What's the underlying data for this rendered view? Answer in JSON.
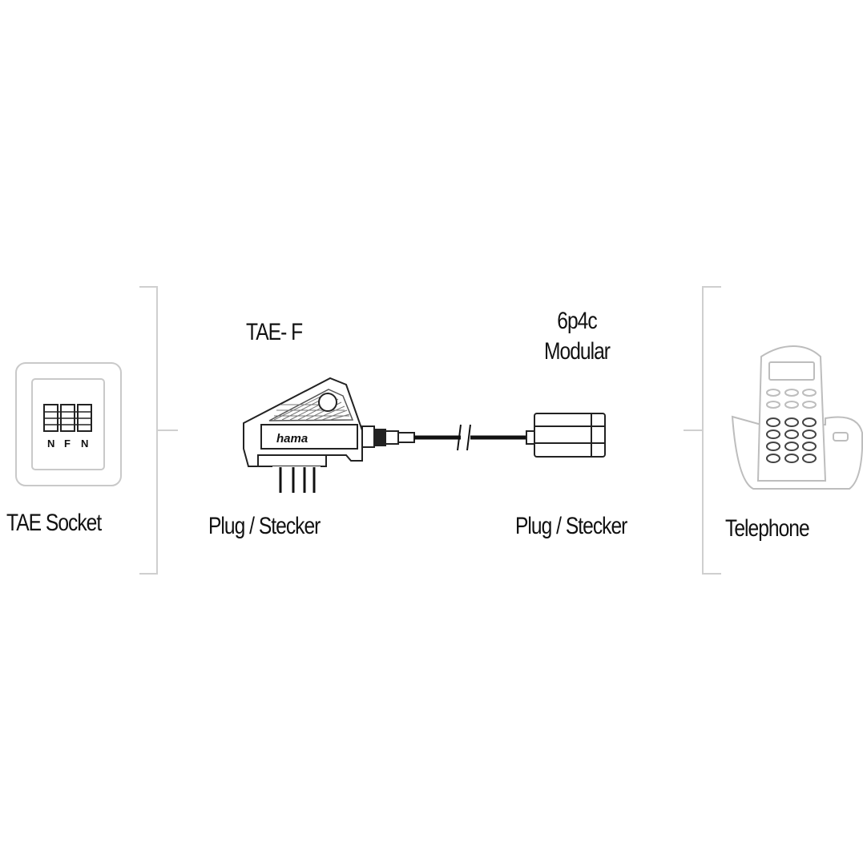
{
  "labels": {
    "tae_socket": "TAE Socket",
    "tae_f": "TAE- F",
    "plug_left": "Plug / Stecker",
    "modular_line1": "6p4c",
    "modular_line2": "Modular",
    "plug_right": "Plug / Stecker",
    "telephone": "Telephone"
  },
  "socket_pins": [
    "N",
    "F",
    "N"
  ],
  "brand": "hama",
  "colors": {
    "line": "#111111",
    "light_line": "#bdbdbd",
    "background": "#ffffff"
  }
}
